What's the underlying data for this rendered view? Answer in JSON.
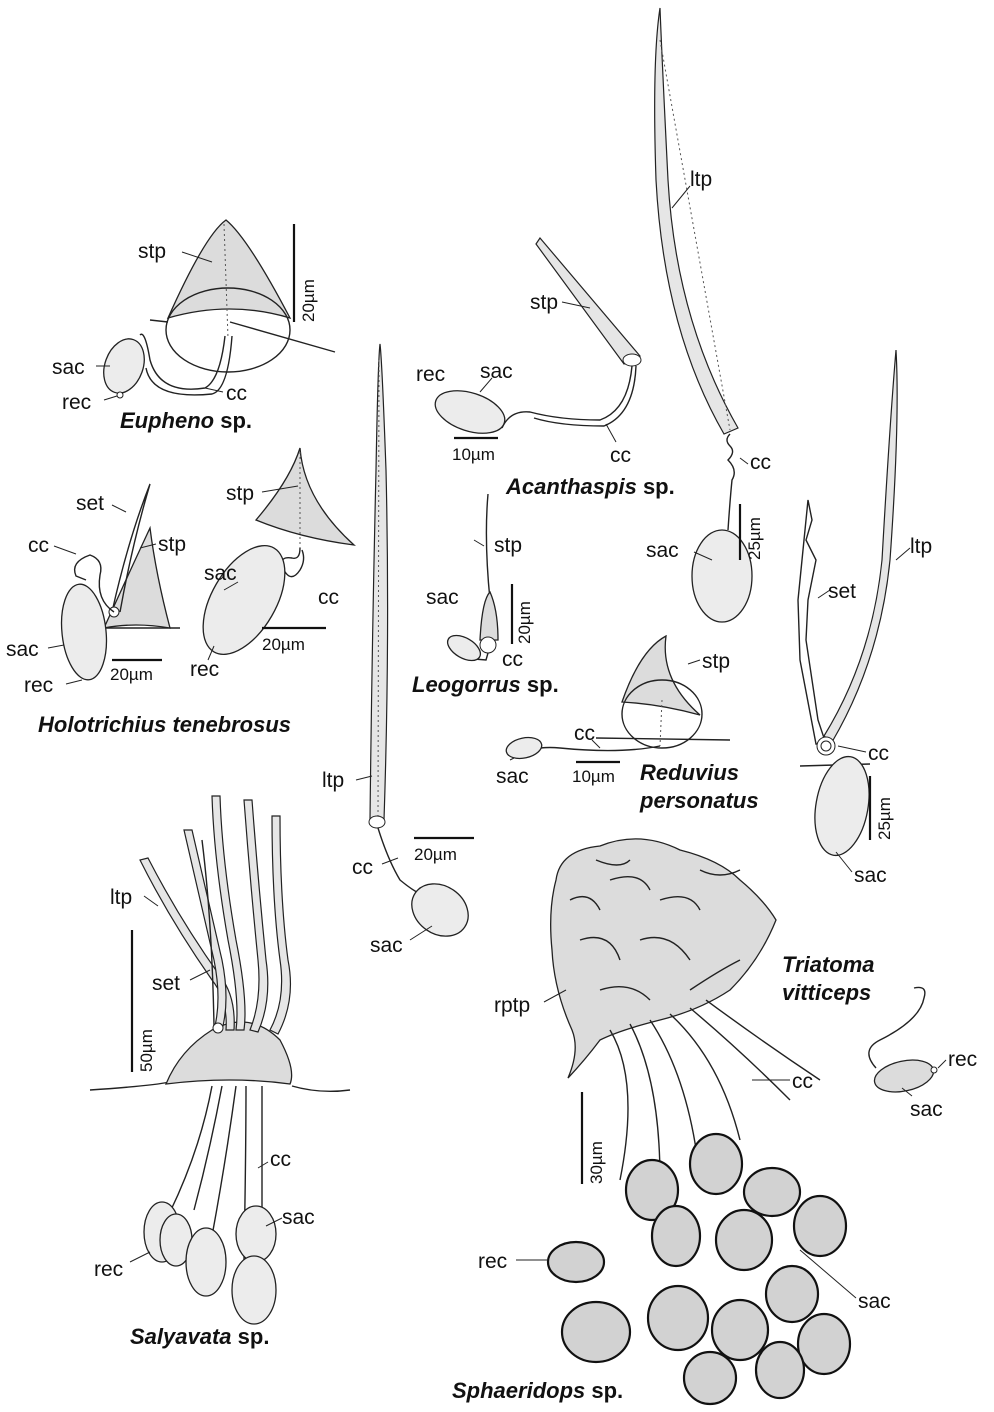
{
  "labels": {
    "stp": "stp",
    "sac": "sac",
    "rec": "rec",
    "cc": "cc",
    "ltp": "ltp",
    "set": "set",
    "rptp": "rptp"
  },
  "scales": {
    "s10": "10µm",
    "s20": "20µm",
    "s25": "25µm",
    "s30": "30µm",
    "s50": "50µm"
  },
  "species": {
    "eupheno": {
      "genus": "Eupheno",
      "suffix": " sp."
    },
    "acanthaspis": {
      "genus": "Acanthaspis",
      "suffix": " sp."
    },
    "holotrichius": {
      "genus": "Holotrichius tenebrosus",
      "suffix": ""
    },
    "leogorrus": {
      "genus": "Leogorrus",
      "suffix": " sp."
    },
    "reduvius_1": {
      "genus": "Reduvius",
      "suffix": ""
    },
    "reduvius_2": {
      "genus": "personatus",
      "suffix": ""
    },
    "triatoma_1": {
      "genus": "Triatoma",
      "suffix": ""
    },
    "triatoma_2": {
      "genus": "vitticeps",
      "suffix": ""
    },
    "salyavata": {
      "genus": "Salyavata",
      "suffix": " sp."
    },
    "sphaeridops": {
      "genus": "Sphaeridops",
      "suffix": " sp."
    }
  },
  "colors": {
    "ink": "#111111",
    "shade": "#dcdcdc",
    "background": "#ffffff"
  }
}
